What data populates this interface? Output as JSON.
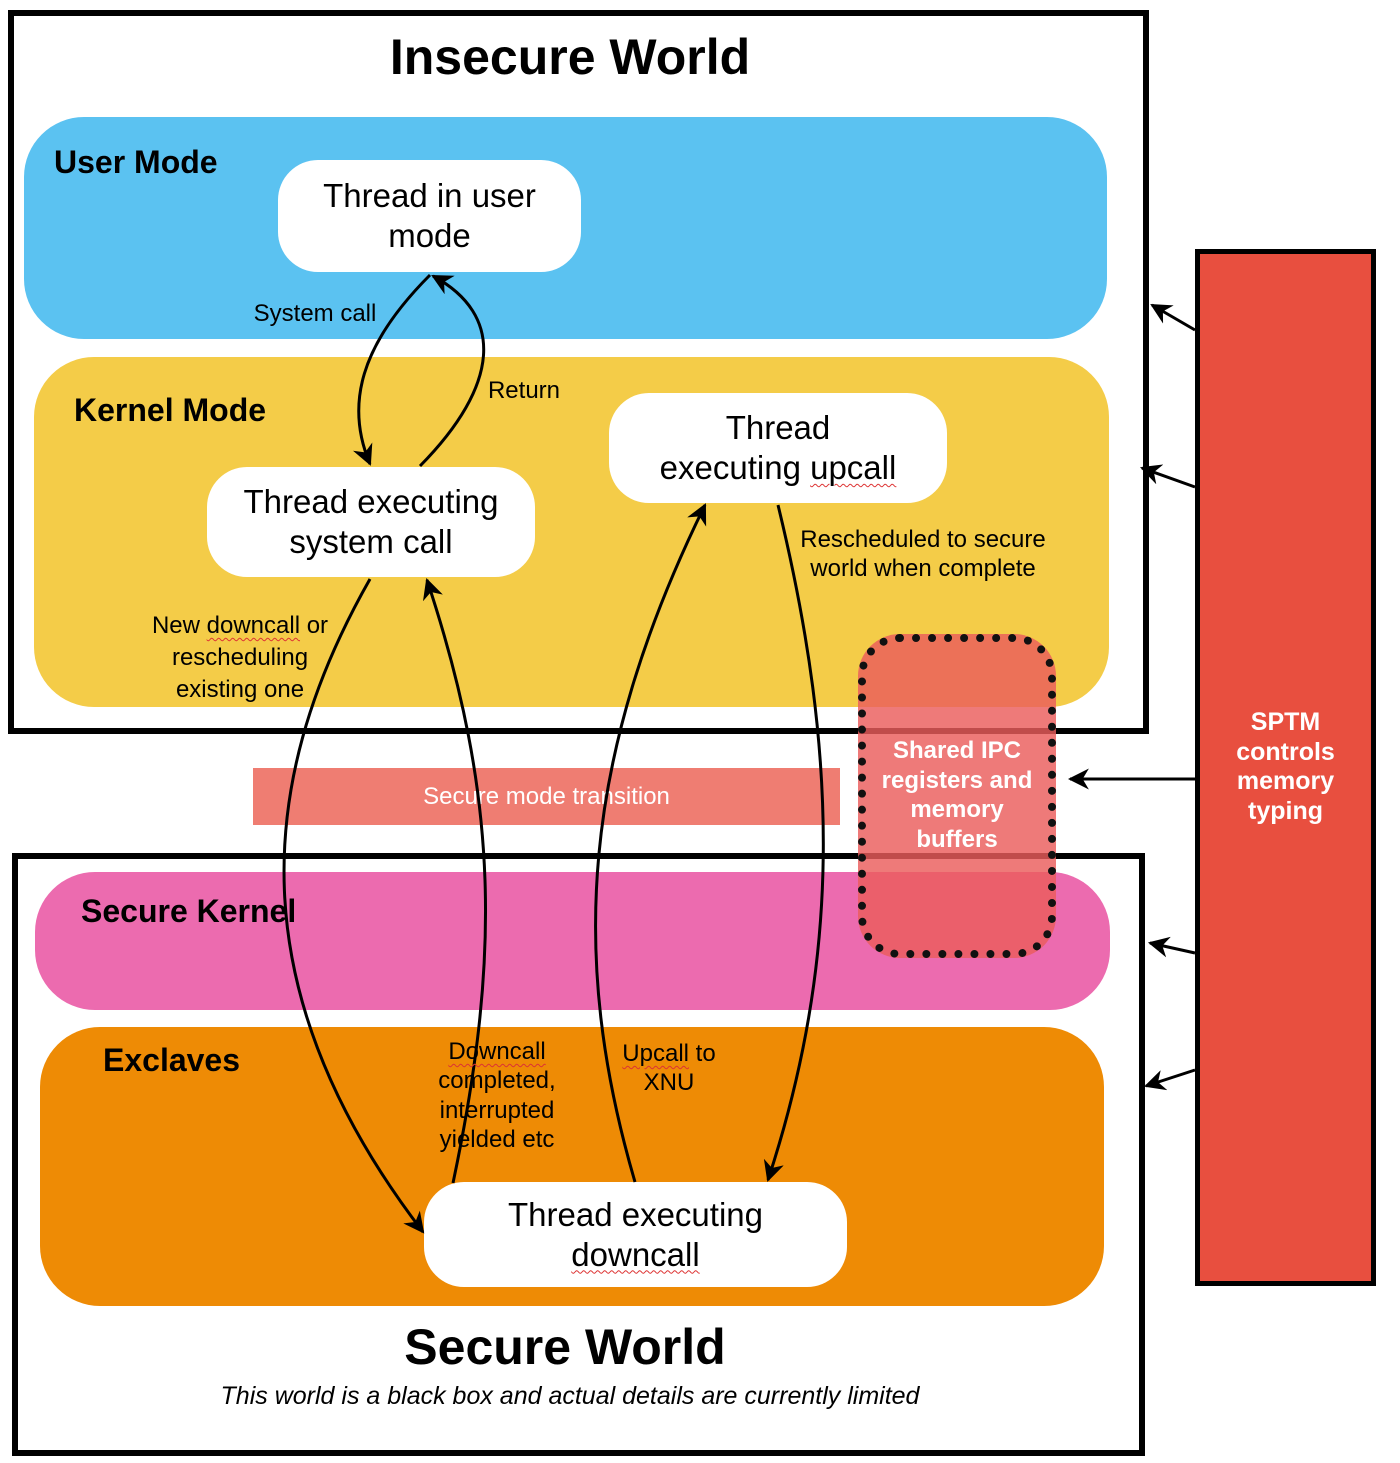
{
  "insecure_world": {
    "title": "Insecure World",
    "user_mode": {
      "label": "User Mode",
      "thread": "Thread in user\nmode"
    },
    "kernel_mode": {
      "label": "Kernel Mode",
      "thread_syscall": "Thread executing\nsystem call",
      "thread_upcall_prefix": "Thread\nexecuting ",
      "thread_upcall_underlined": "upcall"
    }
  },
  "edges": {
    "system_call": "System call",
    "return": "Return",
    "new_downcall_line1_underlined": "downcall",
    "new_downcall_line1_prefix": "New ",
    "new_downcall_line1_suffix": " or",
    "new_downcall_rest": "rescheduling\nexisting one",
    "rescheduled": "Rescheduled to secure\nworld when complete",
    "downcall_completed_underlined": "Downcall",
    "downcall_completed_rest": "completed,\ninterrupted\nyielded etc",
    "upcall_underlined": "Upcall",
    "upcall_rest": " to\nXNU"
  },
  "transition": {
    "label": "Secure mode transition"
  },
  "shared_ipc": {
    "label": "Shared IPC\nregisters and\nmemory\nbuffers"
  },
  "sptm": {
    "label": "SPTM\ncontrols\nmemory\ntyping"
  },
  "secure_world": {
    "title": "Secure World",
    "subtitle": "This world is a black box and actual details are currently limited",
    "secure_kernel": {
      "label": "Secure Kernel"
    },
    "exclaves": {
      "label": "Exclaves",
      "thread_prefix": "Thread executing ",
      "thread_underlined": "downcall"
    }
  },
  "colors": {
    "user_mode": "#5BC2F1",
    "kernel_mode": "#F4CC48",
    "secure_kernel": "#EC6BAF",
    "exclaves": "#EE8B05",
    "transition": "#EF7D72",
    "shared_ipc": "#EA5D5B",
    "sptm": "#E84F3F"
  }
}
